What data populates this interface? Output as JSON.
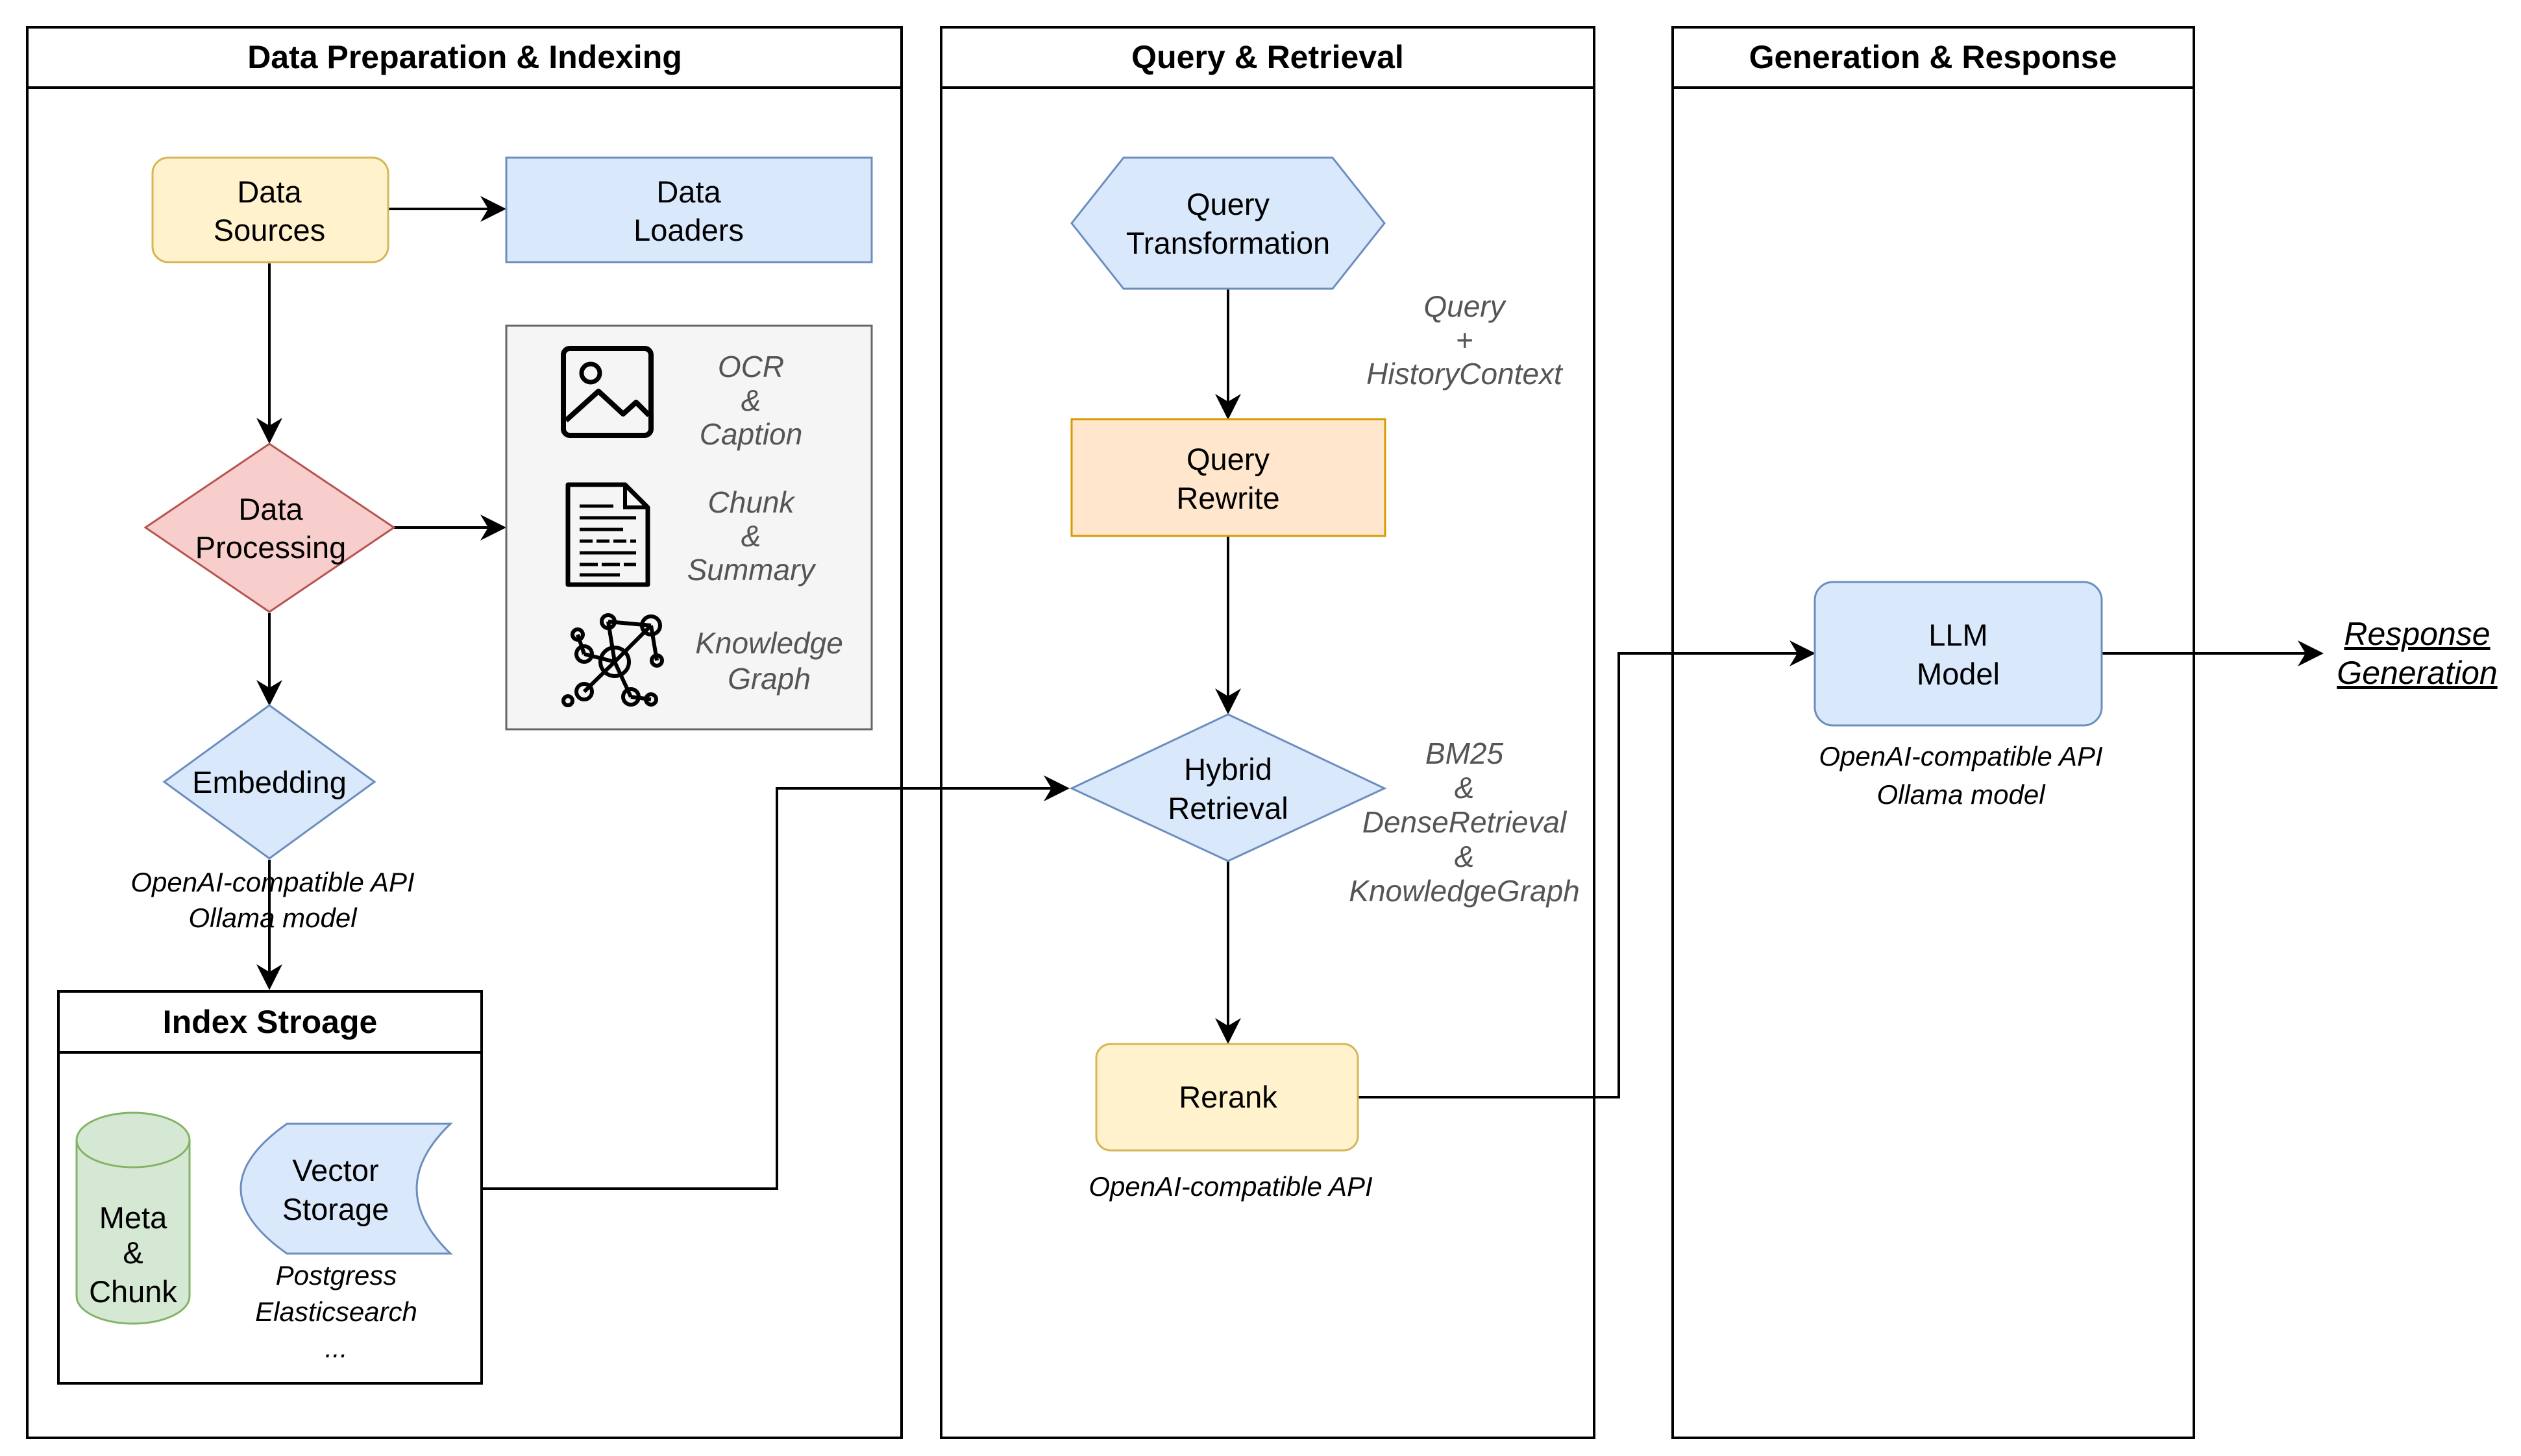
{
  "panels": {
    "prep": {
      "title": "Data Preparation & Indexing"
    },
    "query": {
      "title": "Query & Retrieval"
    },
    "gen": {
      "title": "Generation & Response"
    },
    "index": {
      "title": "Index Stroage"
    }
  },
  "nodes": {
    "data_sources": {
      "line1": "Data",
      "line2": "Sources"
    },
    "data_loaders": {
      "line1": "Data",
      "line2": "Loaders"
    },
    "data_processing": {
      "line1": "Data",
      "line2": "Processing"
    },
    "embedding": {
      "label": "Embedding"
    },
    "meta_chunk": {
      "line1": "Meta",
      "line2": "&",
      "line3": "Chunk"
    },
    "vector_storage": {
      "line1": "Vector",
      "line2": "Storage"
    },
    "query_transformation": {
      "line1": "Query",
      "line2": "Transformation"
    },
    "query_rewrite": {
      "line1": "Query",
      "line2": "Rewrite"
    },
    "hybrid_retrieval": {
      "line1": "Hybrid",
      "line2": "Retrieval"
    },
    "rerank": {
      "label": "Rerank"
    },
    "llm_model": {
      "line1": "LLM",
      "line2": "Model"
    },
    "response": {
      "line1": "Response",
      "line2": "Generation"
    }
  },
  "processing_tools": [
    {
      "icon": "image-icon",
      "lines": [
        "OCR",
        "&",
        "Caption"
      ]
    },
    {
      "icon": "document-icon",
      "lines": [
        "Chunk",
        "&",
        "Summary"
      ]
    },
    {
      "icon": "knowledge-graph-icon",
      "lines": [
        "Knowledge",
        "Graph"
      ]
    }
  ],
  "notes": {
    "embedding": {
      "line1": "OpenAI-compatible API",
      "line2": "Ollama model"
    },
    "vector_storage": {
      "line1": "Postgress",
      "line2": "Elasticsearch",
      "line3": "..."
    },
    "query_context": {
      "line1": "Query",
      "line2": "+",
      "line3": "HistoryContext"
    },
    "retrieval_methods": {
      "line1": "BM25",
      "line2": "&",
      "line3": "DenseRetrieval",
      "line4": "&",
      "line5": "KnowledgeGraph"
    },
    "rerank": {
      "label": "OpenAI-compatible API"
    },
    "llm": {
      "line1": "OpenAI-compatible API",
      "line2": "Ollama model"
    }
  },
  "colors": {
    "yellow_fill": "#fff2cc",
    "yellow_stroke": "#d6b656",
    "blue_fill": "#dae8fc",
    "blue_stroke": "#6c8ebf",
    "red_fill": "#f8cecc",
    "red_stroke": "#b85450",
    "orange_fill": "#ffe6cc",
    "orange_stroke": "#d79b00",
    "green_fill": "#d5e8d4",
    "green_stroke": "#82b366",
    "grey_fill": "#f5f5f5",
    "grey_stroke": "#666666"
  }
}
